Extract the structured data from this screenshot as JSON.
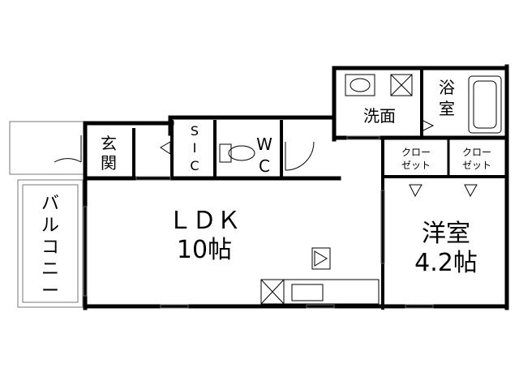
{
  "rooms": {
    "ldk_name": "ＬＤＫ",
    "ldk_size": "10帖",
    "western_name": "洋室",
    "western_size": "4.2帖",
    "entrance_1": "玄",
    "entrance_2": "関",
    "sic_1": "S",
    "sic_2": "I",
    "sic_3": "C",
    "wc_1": "W",
    "wc_2": "C",
    "washroom": "洗面",
    "bath_1": "浴",
    "bath_2": "室",
    "closet_a_1": "クロー",
    "closet_a_2": "ゼット",
    "closet_b_1": "クロー",
    "closet_b_2": "ゼット",
    "balcony_1": "バ",
    "balcony_2": "ル",
    "balcony_3": "コ",
    "balcony_4": "ニ",
    "balcony_5": "ー"
  },
  "colors": {
    "wall": "#000000",
    "background": "#ffffff",
    "fixture": "#555555"
  }
}
